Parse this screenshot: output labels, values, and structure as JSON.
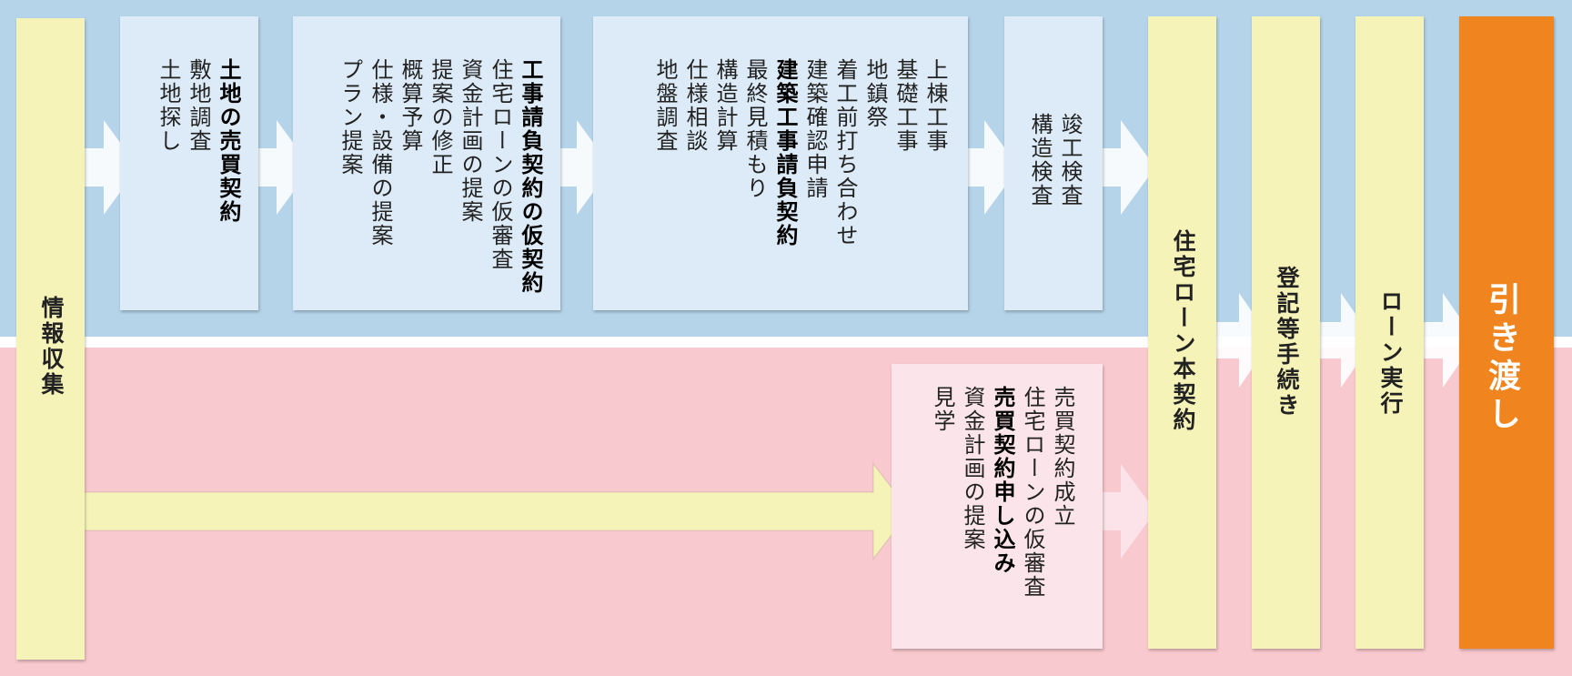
{
  "colors": {
    "top_band": "#b5d4e9",
    "bottom_band": "#f8c9cf",
    "step_box_blue": "#dcebf7",
    "step_box_pink": "#fbe5ea",
    "stage_column": "#f6f3b8",
    "handover_column": "#f0841f"
  },
  "info_gathering": {
    "label": "情報収集"
  },
  "top_row": {
    "land_purchase": {
      "lines": [
        {
          "text": "土地の売買契約",
          "bold": true
        },
        {
          "text": "敷地調査",
          "bold": false
        },
        {
          "text": "土地探し",
          "bold": false
        }
      ]
    },
    "provisional_contract": {
      "lines": [
        {
          "text": "工事請負契約の仮契約",
          "bold": true
        },
        {
          "text": "住宅ローンの仮審査",
          "bold": false
        },
        {
          "text": "資金計画の提案",
          "bold": false
        },
        {
          "text": "提案の修正",
          "bold": false
        },
        {
          "text": "概算予算",
          "bold": false
        },
        {
          "text": "仕様・設備の提案",
          "bold": false
        },
        {
          "text": "プラン提案",
          "bold": false
        }
      ]
    },
    "construction_contract": {
      "lines": [
        {
          "text": "上棟工事",
          "bold": false
        },
        {
          "text": "基礎工事",
          "bold": false
        },
        {
          "text": "地鎮祭",
          "bold": false
        },
        {
          "text": "着工前打ち合わせ",
          "bold": false
        },
        {
          "text": "建築確認申請",
          "bold": false
        },
        {
          "text": "建築工事請負契約",
          "bold": true
        },
        {
          "text": "最終見積もり",
          "bold": false
        },
        {
          "text": "構造計算",
          "bold": false
        },
        {
          "text": "仕様相談",
          "bold": false
        },
        {
          "text": "地盤調査",
          "bold": false
        }
      ]
    },
    "inspection": {
      "lines": [
        {
          "text": "竣工検査",
          "bold": false
        },
        {
          "text": "構造検査",
          "bold": false
        }
      ]
    }
  },
  "bottom_row": {
    "purchase": {
      "lines": [
        {
          "text": "売買契約成立",
          "bold": false
        },
        {
          "text": "住宅ローンの仮審査",
          "bold": false
        },
        {
          "text": "売買契約申し込み",
          "bold": true
        },
        {
          "text": "資金計画の提案",
          "bold": false
        },
        {
          "text": "見学",
          "bold": false
        }
      ]
    }
  },
  "stages": {
    "loan_contract": "住宅ローン本契約",
    "registration": "登記等手続き",
    "loan_execution": "ローン実行",
    "handover": "引き渡し"
  }
}
